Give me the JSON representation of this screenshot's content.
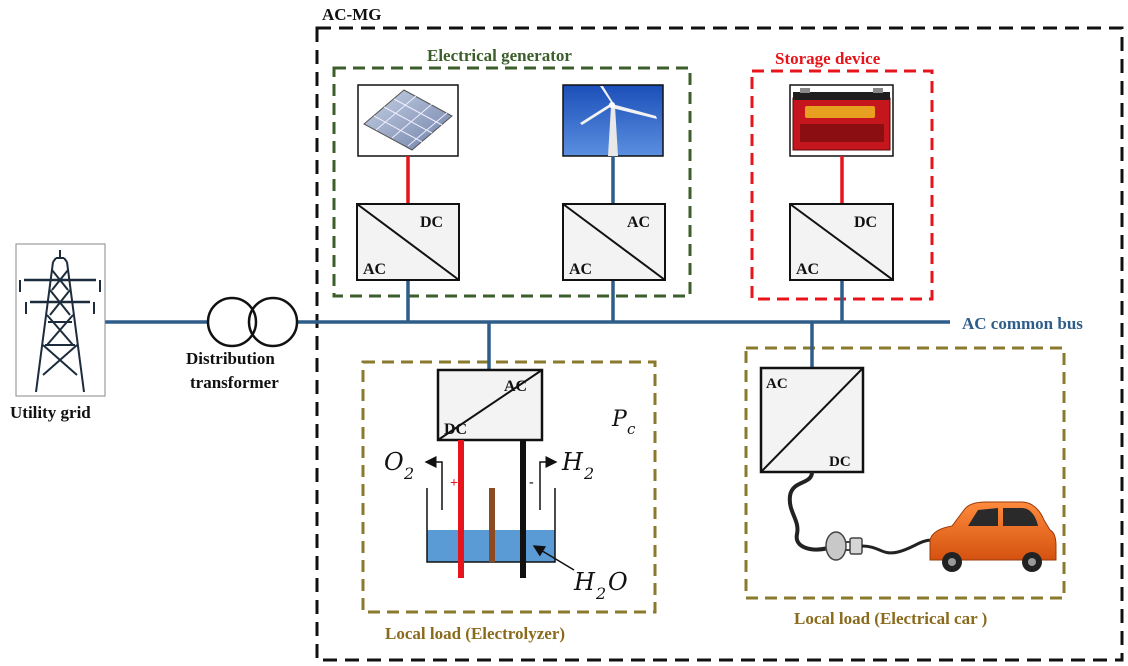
{
  "frames": {
    "microgrid": "AC-MG",
    "generator": "Electrical generator",
    "storage": "Storage device",
    "electrolyzer_load": "Local load (Electrolyzer)",
    "car_load": "Local load (Electrical car )"
  },
  "grid": {
    "utility": "Utility grid",
    "transformer_line1": "Distribution",
    "transformer_line2": "transformer",
    "bus": "AC common bus"
  },
  "converters": {
    "pv": {
      "top": "DC",
      "bottom": "AC"
    },
    "wind": {
      "top": "AC",
      "bottom": "AC"
    },
    "battery": {
      "top": "DC",
      "bottom": "AC"
    },
    "electrolyzer": {
      "top": "AC",
      "bottom": "DC"
    },
    "car": {
      "top": "AC",
      "bottom": "DC"
    }
  },
  "electrolyzer": {
    "power_symbol": "P",
    "power_sub": "c",
    "oxygen": "O",
    "oxygen_sub": "2",
    "hydrogen": "H",
    "hydrogen_sub": "2",
    "water_H": "H",
    "water_sub": "2",
    "water_O": "O",
    "plus": "+",
    "minus": "-"
  },
  "colors": {
    "bus_blue": "#2f5d8a",
    "dc_red": "#e8141b",
    "microgrid_frame": "#111111",
    "generator_frame": "#3b5e2b",
    "storage_frame": "#e8141b",
    "load_frame": "#8a7a2c",
    "generator_title": "#3b5e2b",
    "storage_title": "#e8141b",
    "load_title": "#8a6a1c",
    "bus_label": "#2f5d8a",
    "water": "#5b9bd5",
    "car_body": "#e8651a"
  },
  "icons": [
    "transmission-tower-icon",
    "solar-panel-icon",
    "wind-turbine-icon",
    "battery-icon",
    "transformer-icon",
    "plug-icon",
    "electric-car-icon"
  ]
}
